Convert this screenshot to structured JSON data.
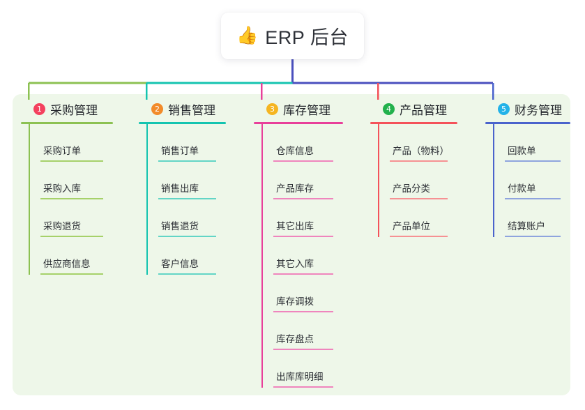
{
  "diagram": {
    "type": "mindmap",
    "root": {
      "icon": "thumbs-up-icon",
      "emoji": "👍",
      "label": "ERP 后台"
    },
    "panel_color": "#eef7e9",
    "branches": [
      {
        "number": "1",
        "label": "采购管理",
        "badge_color": "#f4415e",
        "line_color": "#8cc152",
        "rule_color": "#a6d16a",
        "items": [
          "采购订单",
          "采购入库",
          "采购退货",
          "供应商信息"
        ]
      },
      {
        "number": "2",
        "label": "销售管理",
        "badge_color": "#f28b2a",
        "line_color": "#14c4b0",
        "rule_color": "#63d5c6",
        "items": [
          "销售订单",
          "销售出库",
          "销售退货",
          "客户信息"
        ]
      },
      {
        "number": "3",
        "label": "库存管理",
        "badge_color": "#f5b521",
        "line_color": "#e8409a",
        "rule_color": "#ef85bd",
        "items": [
          "仓库信息",
          "产品库存",
          "其它出库",
          "其它入库",
          "库存调拨",
          "库存盘点",
          "出库库明细"
        ]
      },
      {
        "number": "4",
        "label": "产品管理",
        "badge_color": "#22b14c",
        "line_color": "#f4525a",
        "rule_color": "#f69193",
        "items": [
          "产品（物料）",
          "产品分类",
          "产品单位"
        ]
      },
      {
        "number": "5",
        "label": "财务管理",
        "badge_color": "#23b2e8",
        "line_color": "#4a63cc",
        "rule_color": "#8fa4de",
        "items": [
          "回款单",
          "付款单",
          "结算账户"
        ]
      }
    ],
    "trunk_color": "#4a4fbe",
    "bus_segments": [
      {
        "color": "#8cc152"
      },
      {
        "color": "#14c4b0"
      },
      {
        "color": "#4a4fbe"
      }
    ]
  }
}
